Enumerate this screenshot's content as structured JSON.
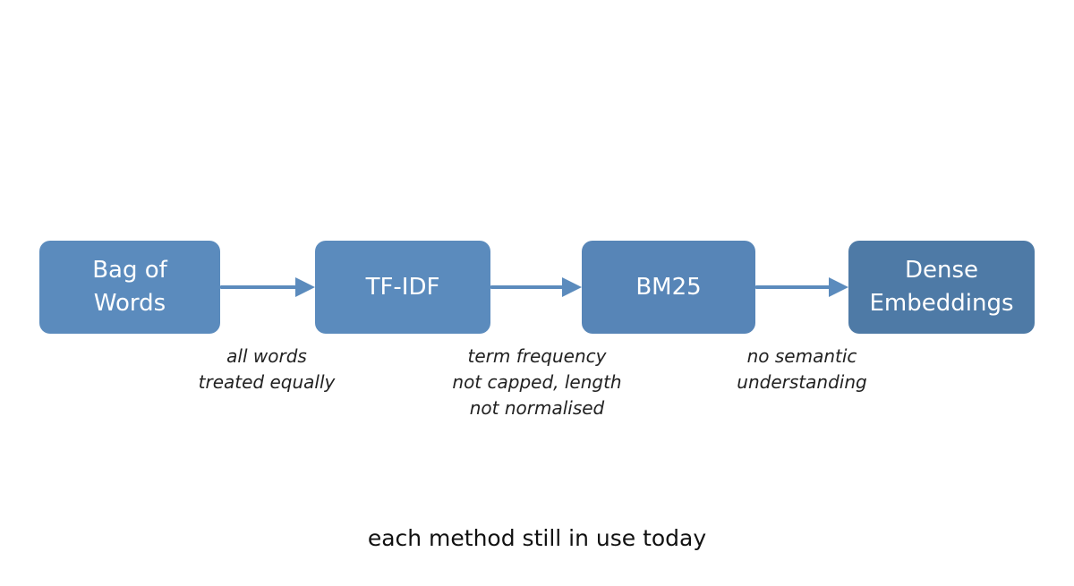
{
  "diagram": {
    "nodes": [
      {
        "id": "bag",
        "label": "Bag of\nWords",
        "color": "#5b8bbd"
      },
      {
        "id": "tfidf",
        "label": "TF-IDF",
        "color": "#5b8bbd"
      },
      {
        "id": "bm25",
        "label": "BM25",
        "color": "#5785b7"
      },
      {
        "id": "dense",
        "label": "Dense\nEmbeddings",
        "color": "#4e7aa6"
      }
    ],
    "edges": [
      {
        "from": "bag",
        "to": "tfidf",
        "note": "all words\ntreated equally"
      },
      {
        "from": "tfidf",
        "to": "bm25",
        "note": "term frequency\nnot capped, length\nnot normalised"
      },
      {
        "from": "bm25",
        "to": "dense",
        "note": "no semantic\nunderstanding"
      }
    ],
    "arrow_color": "#5b8bbd"
  },
  "caption": "each method still in use today"
}
